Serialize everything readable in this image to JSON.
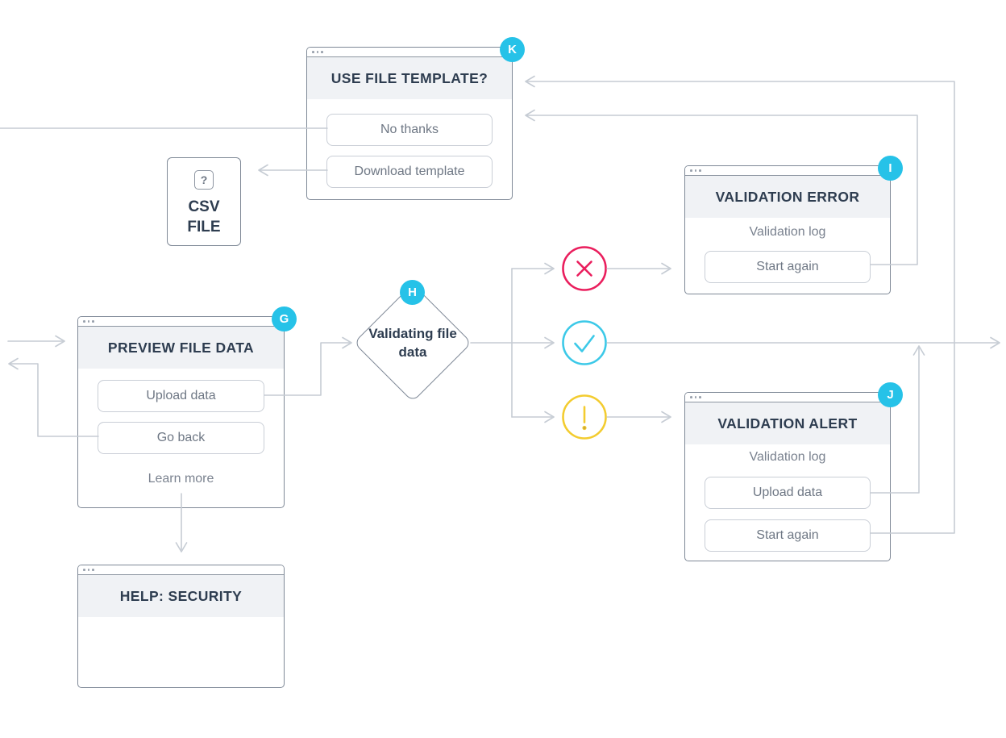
{
  "windows": {
    "use_file_template": {
      "badge": "K",
      "title": "USE FILE TEMPLATE?",
      "buttons": [
        "No thanks",
        "Download template"
      ]
    },
    "validation_error": {
      "badge": "I",
      "title": "VALIDATION ERROR",
      "log_label": "Validation log",
      "buttons": [
        "Start again"
      ]
    },
    "preview_file_data": {
      "badge": "G",
      "title": "PREVIEW FILE DATA",
      "buttons": [
        "Upload data",
        "Go back"
      ],
      "link": "Learn more"
    },
    "validation_alert": {
      "badge": "J",
      "title": "VALIDATION ALERT",
      "log_label": "Validation log",
      "buttons": [
        "Upload data",
        "Start again"
      ]
    },
    "help_security": {
      "title": "HELP: SECURITY"
    }
  },
  "csv_file": {
    "icon": "?",
    "label": "CSV FILE"
  },
  "decision": {
    "badge": "H",
    "label": "Validating file data"
  },
  "outcomes": [
    {
      "name": "error",
      "symbol": "cross-icon",
      "color": "#ea1e5d"
    },
    {
      "name": "success",
      "symbol": "check-icon",
      "color": "#3cc9e8"
    },
    {
      "name": "warning",
      "symbol": "exclamation-icon",
      "color": "#f3cc30"
    }
  ],
  "colors": {
    "badge": "#26c2e8",
    "window_border": "#7f8997",
    "header_bg": "#f0f2f5",
    "title_text": "#2e3d50",
    "button_border": "#c9ced6",
    "button_text": "#6e7784",
    "connector": "#c6ccd4"
  }
}
